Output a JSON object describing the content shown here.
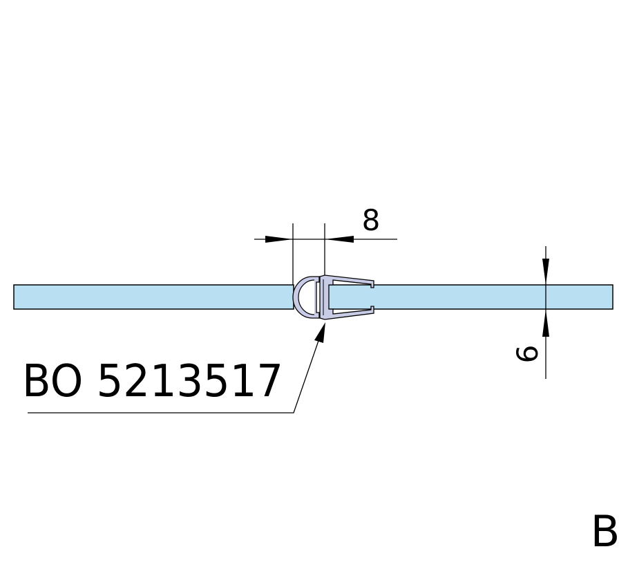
{
  "drawing": {
    "dimension_width_label": "8",
    "dimension_thickness_label": "6",
    "part_number": "BO 5213517",
    "view_label": "B"
  },
  "colors": {
    "glass": "#b9dff3",
    "seal": "#c9cce6",
    "line": "#000000"
  }
}
